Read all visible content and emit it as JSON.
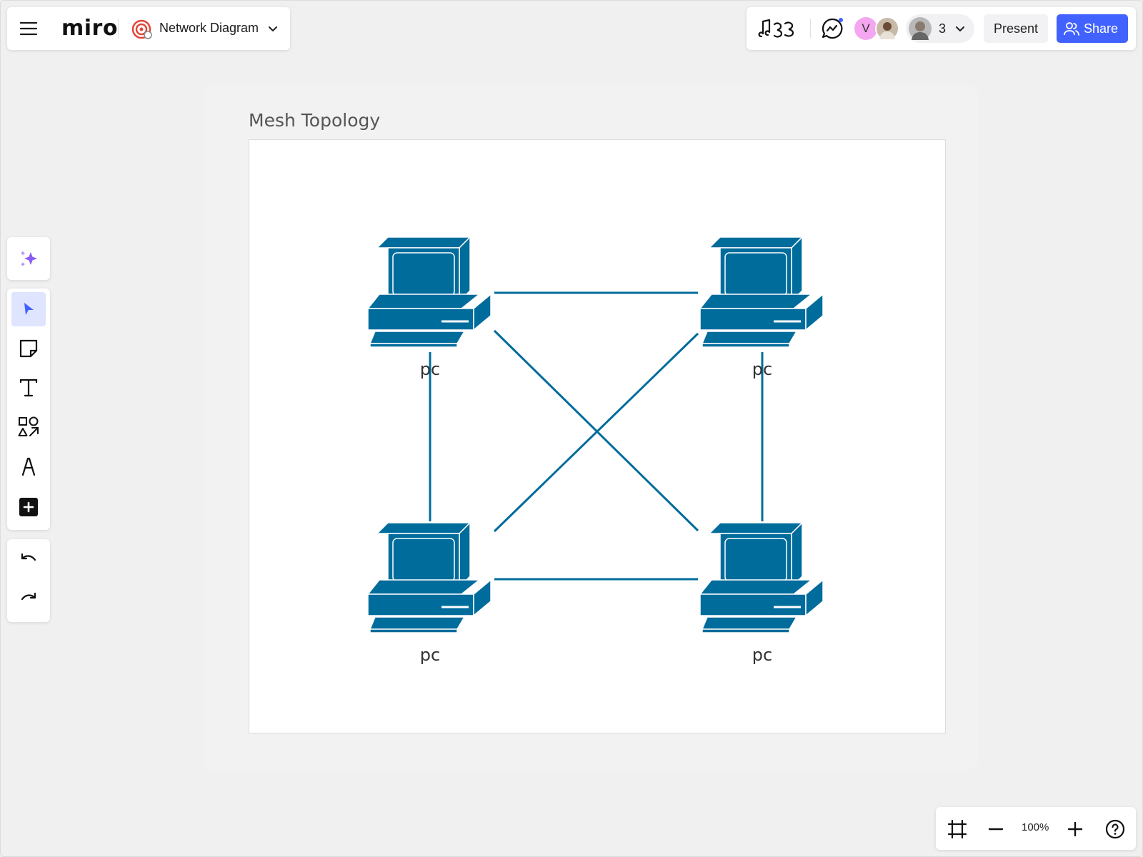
{
  "app": {
    "logo_text": "miro",
    "board_title": "Network Diagram"
  },
  "toolbar_right": {
    "avatar_initial": "V",
    "collaborator_count": "3",
    "present_label": "Present",
    "share_label": "Share",
    "accent_color": "#4262ff"
  },
  "left_tools": {
    "icons": [
      "sparkle-icon",
      "select-cursor-icon",
      "sticky-note-icon",
      "text-icon",
      "shapes-icon",
      "pen-icon",
      "add-icon",
      "undo-icon",
      "redo-icon"
    ],
    "active_tool": "select"
  },
  "zoom": {
    "level": "100%"
  },
  "canvas": {
    "frame_title": "Mesh Topology",
    "nodes": [
      {
        "label": "pc"
      },
      {
        "label": "pc"
      },
      {
        "label": "pc"
      },
      {
        "label": "pc"
      }
    ],
    "node_color": "#006c9c"
  }
}
